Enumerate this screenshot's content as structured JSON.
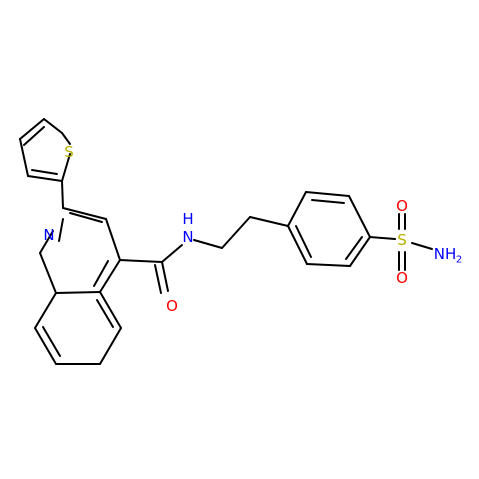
{
  "molecule": {
    "atom_labels": {
      "thiophene_s": "S",
      "quinoline_n": "N",
      "amide_nh": "N",
      "amide_h": "H",
      "amide_o": "O",
      "sulfonyl_s": "S",
      "sulfonyl_o_top": "O",
      "sulfonyl_o_bottom": "O",
      "sulfonamide_n": "NH",
      "sulfonamide_sub": "2"
    },
    "element_colors": {
      "carbon_bond": "#000000",
      "nitrogen": "#0000ff",
      "oxygen": "#ff0000",
      "sulfur": "#b2b200"
    }
  }
}
